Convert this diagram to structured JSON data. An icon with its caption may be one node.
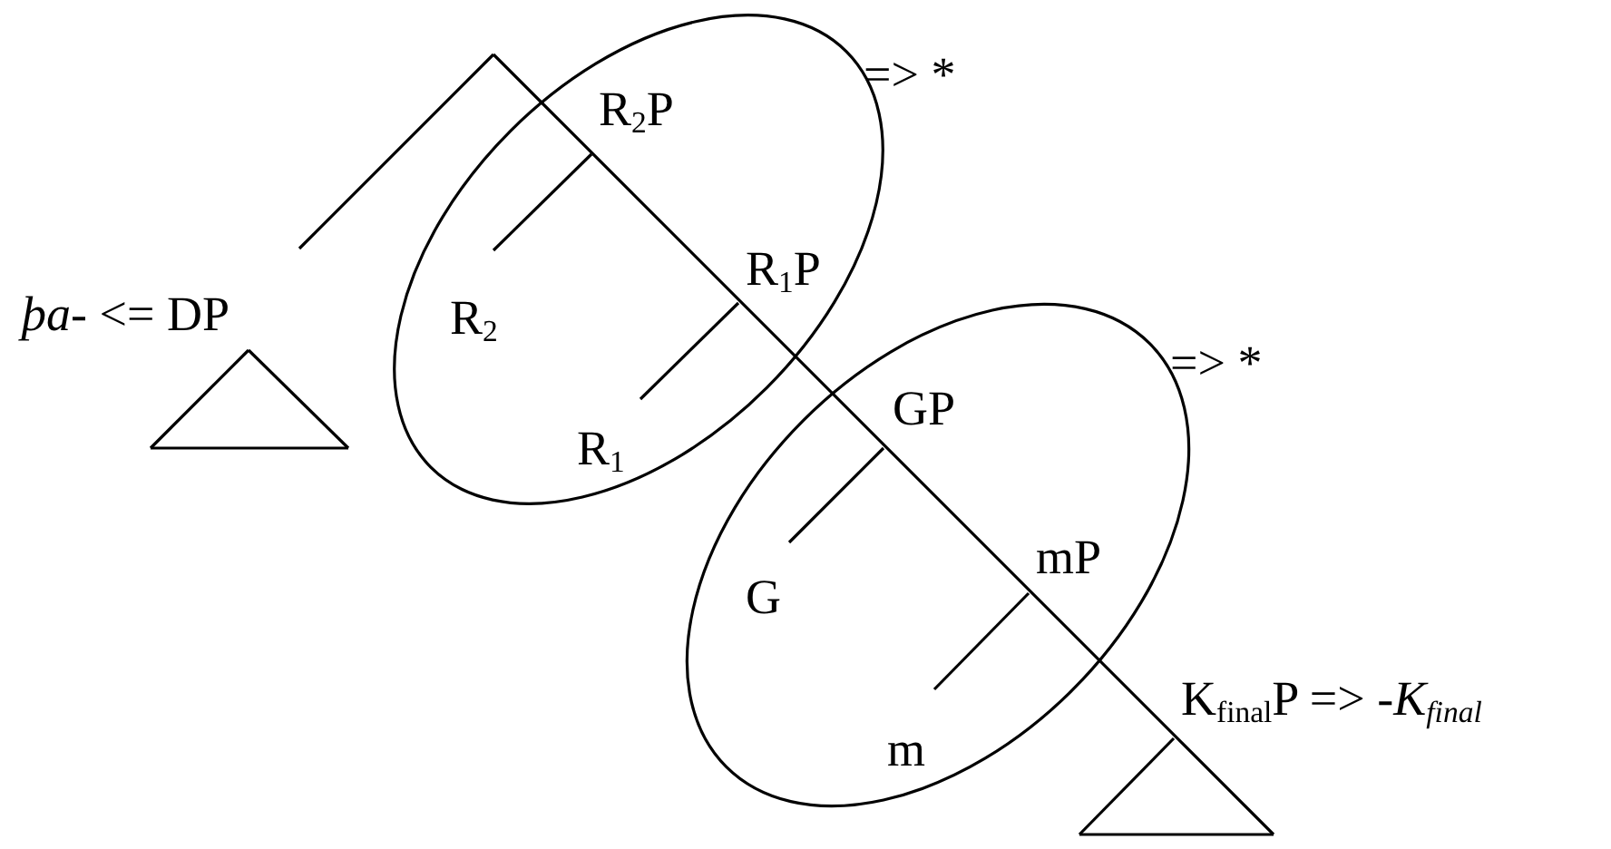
{
  "diagram": {
    "nodes": [
      {
        "text": [
          "R$_{2}$P",
          "R$_{2}$",
          "R$_{1}$P",
          "R$_{1}$"
        ],
        "beside": [
          "=> *"
        ]
      },
      {
        "text": [
          "GP",
          "G",
          "mP",
          "m"
        ],
        "beside": [
          "=> *"
        ]
      }
    ],
    "labels": [
      "*þa-* <= DP",
      "K$_{final}$P => -*K*$_{final}$"
    ]
  }
}
